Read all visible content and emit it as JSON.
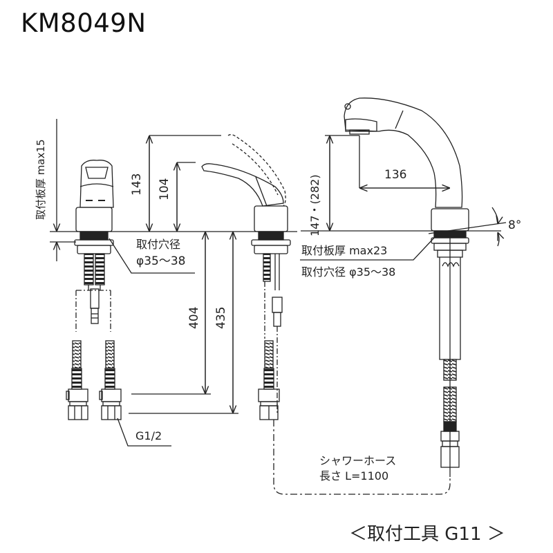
{
  "title": "KM8049N",
  "front_view": {
    "plate_thickness_label": "取付板厚 max15",
    "hole_diameter_label_line1": "取付穴径",
    "hole_diameter_label_line2": "φ35～38",
    "dim_143": "143",
    "dim_104": "104",
    "dim_404": "404",
    "dim_435": "435",
    "thread_label": "G1/2"
  },
  "side_view": {
    "dim_height": "147・(282)",
    "dim_reach": "136",
    "angle": "8°",
    "plate_thickness_label": "取付板厚 max23",
    "hole_diameter_label": "取付穴径 φ35～38",
    "hose_label_line1": "シャワーホース",
    "hose_label_line2": "長さ L=1100"
  },
  "footer": {
    "tool_label": "＜取付工具 G11 ＞"
  },
  "colors": {
    "line": "#222222",
    "background": "#ffffff"
  }
}
